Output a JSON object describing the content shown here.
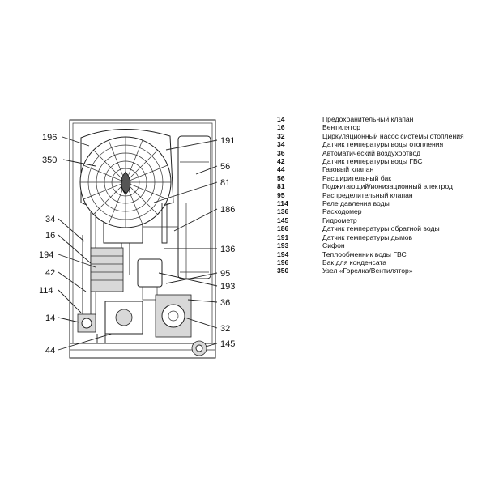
{
  "callouts": [
    {
      "id": "c196",
      "label": "196"
    },
    {
      "id": "c191",
      "label": "191"
    },
    {
      "id": "c350",
      "label": "350"
    },
    {
      "id": "c56",
      "label": "56"
    },
    {
      "id": "c81",
      "label": "81"
    },
    {
      "id": "c186",
      "label": "186"
    },
    {
      "id": "c34",
      "label": "34"
    },
    {
      "id": "c16",
      "label": "16"
    },
    {
      "id": "c136",
      "label": "136"
    },
    {
      "id": "c194",
      "label": "194"
    },
    {
      "id": "c42",
      "label": "42"
    },
    {
      "id": "c95",
      "label": "95"
    },
    {
      "id": "c193",
      "label": "193"
    },
    {
      "id": "c114",
      "label": "114"
    },
    {
      "id": "c36",
      "label": "36"
    },
    {
      "id": "c14",
      "label": "14"
    },
    {
      "id": "c32",
      "label": "32"
    },
    {
      "id": "c44",
      "label": "44"
    },
    {
      "id": "c145",
      "label": "145"
    }
  ],
  "legend": [
    {
      "num": "14",
      "text": "Предохранительный клапан"
    },
    {
      "num": "16",
      "text": "Вентилятор"
    },
    {
      "num": "32",
      "text": "Циркуляционный насос системы отопления"
    },
    {
      "num": "34",
      "text": "Датчик температуры воды отопления"
    },
    {
      "num": "36",
      "text": "Автоматический воздухоотвод"
    },
    {
      "num": "42",
      "text": "Датчик температуры воды ГВС"
    },
    {
      "num": "44",
      "text": "Газовый клапан"
    },
    {
      "num": "56",
      "text": "Расширительный бак"
    },
    {
      "num": "81",
      "text": "Поджигающий/ионизационный электрод"
    },
    {
      "num": "95",
      "text": "Распределительный клапан"
    },
    {
      "num": "114",
      "text": "Реле давления воды"
    },
    {
      "num": "136",
      "text": "Расходомер"
    },
    {
      "num": "145",
      "text": "Гидрометр"
    },
    {
      "num": "186",
      "text": "Датчик температуры обратной воды"
    },
    {
      "num": "191",
      "text": "Датчик температуры дымов"
    },
    {
      "num": "193",
      "text": "Сифон"
    },
    {
      "num": "194",
      "text": "Теплообменник воды ГВС"
    },
    {
      "num": "196",
      "text": "Бак для конденсата"
    },
    {
      "num": "350",
      "text": "Узел «Горелка/Вентилятор»"
    }
  ]
}
